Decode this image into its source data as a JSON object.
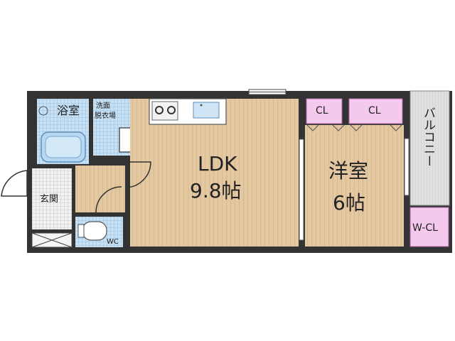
{
  "rooms": {
    "bath": "浴室",
    "washroom_line1": "洗面",
    "washroom_line2": "脱衣場",
    "ldk_name": "LDK",
    "ldk_size": "9.8帖",
    "western_name": "洋室",
    "western_size": "6帖",
    "closet_left": "CL",
    "closet_right": "CL",
    "balcony": "バルコニー",
    "walkin_closet": "W-CL",
    "entrance": "玄関",
    "toilet": "WC"
  },
  "colors": {
    "wall": "#333333",
    "wood_floor": "#e3c8a2",
    "wood_line": "#cdaa7b",
    "tile_blue": "#a9cce8",
    "closet_pink": "#f5c8ee",
    "balcony_gray": "#dadada",
    "entrance_gray": "#c8c8c8"
  }
}
